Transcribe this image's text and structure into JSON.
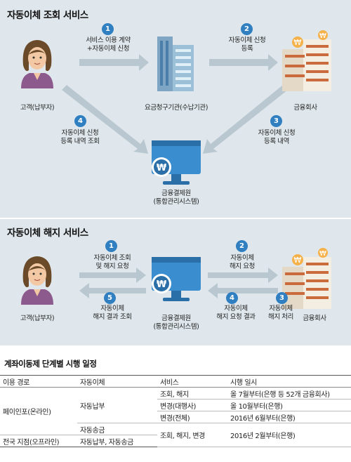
{
  "section1": {
    "title": "자동이체 조회 서비스",
    "customer_label": "고객(납부자)",
    "biller_label": "요금청구기관(수납기관)",
    "bank_label": "금융회사",
    "center_label": [
      "금융결제원",
      "(통합관리시스템)"
    ],
    "steps": [
      {
        "num": "1",
        "lines": [
          "서비스 이용 계약",
          "+자동이체 신청"
        ]
      },
      {
        "num": "2",
        "lines": [
          "자동이체 신청",
          "등록"
        ]
      },
      {
        "num": "3",
        "lines": [
          "자동이체 신청",
          "등록 내역"
        ]
      },
      {
        "num": "4",
        "lines": [
          "자동이체 신청",
          "등록 내역 조회"
        ]
      }
    ]
  },
  "section2": {
    "title": "자동이체 해지 서비스",
    "customer_label": "고객(납부자)",
    "bank_label": "금융회사",
    "center_label": [
      "금융결제원",
      "(통합관리시스템)"
    ],
    "steps": [
      {
        "num": "1",
        "lines": [
          "자동이체 조회",
          "및 해지 요청"
        ]
      },
      {
        "num": "2",
        "lines": [
          "자동이체",
          "해지 요청"
        ]
      },
      {
        "num": "3",
        "lines": [
          "자동이체",
          "해지 처리"
        ]
      },
      {
        "num": "4",
        "lines": [
          "자동이체",
          "해지 요청 결과"
        ]
      },
      {
        "num": "5",
        "lines": [
          "자동이체",
          "해지 결과 조회"
        ]
      }
    ]
  },
  "table": {
    "title": "계좌이동제 단계별 시행 일정",
    "headers": [
      "이용 경로",
      "자동이체",
      "서비스",
      "시행 일시"
    ],
    "rows": [
      {
        "path": "페이인포(온라인)",
        "auto": "자동납부",
        "service": "조회, 해지",
        "date": "올 7월부터(은행 등 52개 금융회사)"
      },
      {
        "service": "변경(대행사)",
        "date": "올 10월부터(은행)"
      },
      {
        "service": "변경(전체)",
        "date": "2016년 6월부터(은행)"
      },
      {
        "auto": "자동송금",
        "service": "조회, 해지, 변경",
        "date": "2016년 2월부터(은행)"
      },
      {
        "path": "전국 지점(오프라인)",
        "auto": "자동납부, 자동송금"
      }
    ]
  },
  "currency_symbol": "₩",
  "colors": {
    "accent": "#2f7fc1",
    "panel": "#dfe7ec",
    "arrow": "#b9c7d0"
  }
}
